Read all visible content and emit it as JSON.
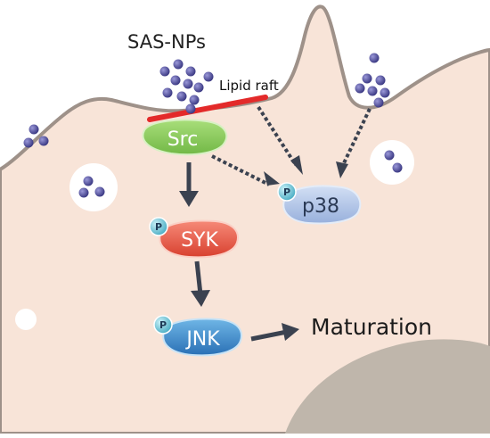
{
  "labels": {
    "nanoparticles": "SAS-NPs",
    "lipid_raft": "Lipid raft",
    "src": "Src",
    "p38": "p38",
    "syk": "SYK",
    "jnk": "JNK",
    "outcome": "Maturation",
    "phospho": "P"
  },
  "colors": {
    "cell_fill": "#f8e4d8",
    "membrane": "#9e9189",
    "nucleus": "#bfb6ab",
    "raft": "#e32a2a",
    "particle": "#4f4d98",
    "src": "#8ccf5e",
    "p38": "#b7c9e9",
    "syk": "#ef5c4d",
    "jnk": "#3a8fcf",
    "phospho_bubble": "#74c6d6",
    "arrow": "#3b4250"
  }
}
